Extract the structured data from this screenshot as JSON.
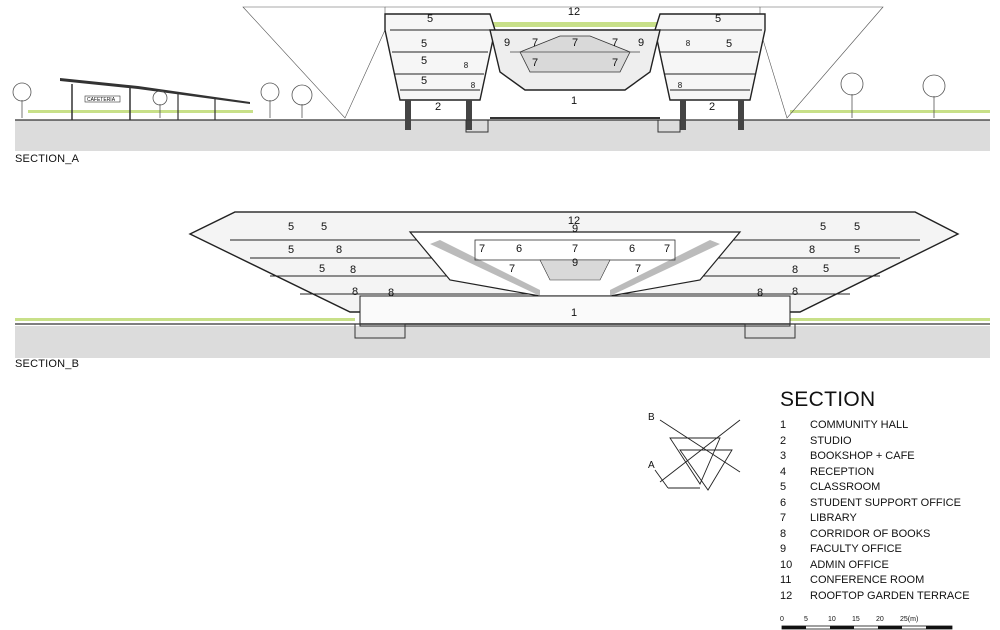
{
  "section_a": {
    "label": "SECTION_A",
    "cafeteria_sign": "CAFETERIA",
    "room_tags": [
      {
        "id": "5a1",
        "text": "5"
      },
      {
        "id": "5a2",
        "text": "5"
      },
      {
        "id": "5a3",
        "text": "5"
      },
      {
        "id": "5a4",
        "text": "5"
      },
      {
        "id": "5a5",
        "text": "5"
      },
      {
        "id": "5a6",
        "text": "5"
      },
      {
        "id": "12a",
        "text": "12"
      },
      {
        "id": "1a",
        "text": "1"
      },
      {
        "id": "2a1",
        "text": "2"
      },
      {
        "id": "2a2",
        "text": "2"
      },
      {
        "id": "7a1",
        "text": "7"
      },
      {
        "id": "7a2",
        "text": "7"
      },
      {
        "id": "7a3",
        "text": "7"
      },
      {
        "id": "7a4",
        "text": "7"
      },
      {
        "id": "7a5",
        "text": "7"
      },
      {
        "id": "9a1",
        "text": "9"
      },
      {
        "id": "9a2",
        "text": "9"
      },
      {
        "id": "8a1",
        "text": "8"
      },
      {
        "id": "8a2",
        "text": "8"
      },
      {
        "id": "8a3",
        "text": "8"
      },
      {
        "id": "8a4",
        "text": "8"
      }
    ]
  },
  "section_b": {
    "label": "SECTION_B",
    "room_tags": [
      {
        "id": "12b",
        "text": "12"
      },
      {
        "id": "1b",
        "text": "1"
      },
      {
        "id": "5b1",
        "text": "5"
      },
      {
        "id": "5b2",
        "text": "5"
      },
      {
        "id": "5b3",
        "text": "5"
      },
      {
        "id": "5b4",
        "text": "5"
      },
      {
        "id": "5b5",
        "text": "5"
      },
      {
        "id": "5b6",
        "text": "5"
      },
      {
        "id": "5b7",
        "text": "5"
      },
      {
        "id": "5b8",
        "text": "5"
      },
      {
        "id": "8b1",
        "text": "8"
      },
      {
        "id": "8b2",
        "text": "8"
      },
      {
        "id": "8b3",
        "text": "8"
      },
      {
        "id": "8b4",
        "text": "8"
      },
      {
        "id": "8b5",
        "text": "8"
      },
      {
        "id": "8b6",
        "text": "8"
      },
      {
        "id": "8b7",
        "text": "8"
      },
      {
        "id": "8b8",
        "text": "8"
      },
      {
        "id": "6b1",
        "text": "6"
      },
      {
        "id": "6b2",
        "text": "6"
      },
      {
        "id": "7b1",
        "text": "7"
      },
      {
        "id": "7b2",
        "text": "7"
      },
      {
        "id": "7b3",
        "text": "7"
      },
      {
        "id": "7b4",
        "text": "7"
      },
      {
        "id": "7b5",
        "text": "7"
      },
      {
        "id": "9b1",
        "text": "9"
      },
      {
        "id": "9b2",
        "text": "9"
      }
    ]
  },
  "key_plan": {
    "label_a": "A",
    "label_b": "B"
  },
  "legend": {
    "title": "SECTION",
    "items": [
      {
        "num": "1",
        "name": "COMMUNITY HALL"
      },
      {
        "num": "2",
        "name": "STUDIO"
      },
      {
        "num": "3",
        "name": "BOOKSHOP + CAFE"
      },
      {
        "num": "4",
        "name": "RECEPTION"
      },
      {
        "num": "5",
        "name": "CLASSROOM"
      },
      {
        "num": "6",
        "name": "STUDENT SUPPORT OFFICE"
      },
      {
        "num": "7",
        "name": "LIBRARY"
      },
      {
        "num": "8",
        "name": "CORRIDOR OF BOOKS"
      },
      {
        "num": "9",
        "name": "FACULTY OFFICE"
      },
      {
        "num": "10",
        "name": "ADMIN OFFICE"
      },
      {
        "num": "11",
        "name": "CONFERENCE ROOM"
      },
      {
        "num": "12",
        "name": "ROOFTOP GARDEN TERRACE"
      }
    ]
  },
  "scale_bar": {
    "ticks": [
      "0",
      "5",
      "10",
      "15",
      "20",
      "25(m)"
    ]
  },
  "colors": {
    "ground": "#dcdcdc",
    "green_roof": "#c8e089",
    "line": "#333333",
    "tree": "#555555"
  }
}
